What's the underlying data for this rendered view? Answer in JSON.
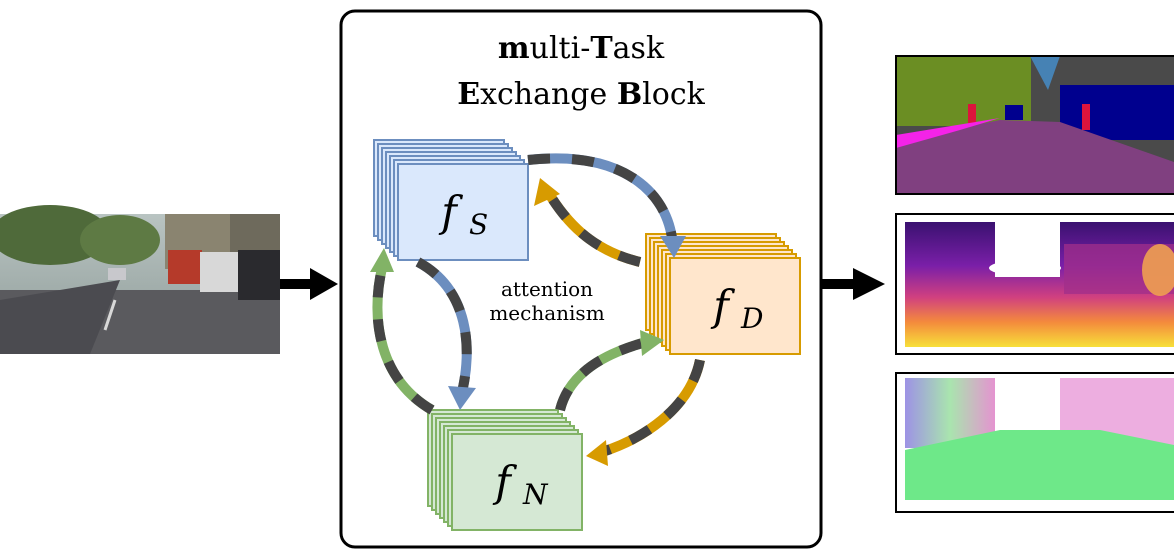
{
  "block": {
    "title_line1": [
      {
        "text": "m",
        "bold": true
      },
      {
        "text": "ulti-",
        "bold": false
      },
      {
        "text": "T",
        "bold": true
      },
      {
        "text": "ask",
        "bold": false
      }
    ],
    "title_line2": [
      {
        "text": "E",
        "bold": true
      },
      {
        "text": "xchange ",
        "bold": false
      },
      {
        "text": "B",
        "bold": true
      },
      {
        "text": "lock",
        "bold": false
      }
    ]
  },
  "mechanism": {
    "line1": "attention",
    "line2": "mechanism"
  },
  "features": {
    "seg": {
      "base": "f",
      "sub": "S",
      "color": "#6c8ebf",
      "fill": "#dae8fc"
    },
    "depth": {
      "base": "f",
      "sub": "D",
      "color": "#d79b00",
      "fill": "#ffe6cc"
    },
    "norm": {
      "base": "f",
      "sub": "N",
      "color": "#82b366",
      "fill": "#d5e8d4"
    }
  },
  "arrow_dash_color": "#444444",
  "images": {
    "input": "street-scene-photo",
    "outputs": [
      "semantic-segmentation-map",
      "depth-map",
      "surface-normals-map"
    ]
  }
}
